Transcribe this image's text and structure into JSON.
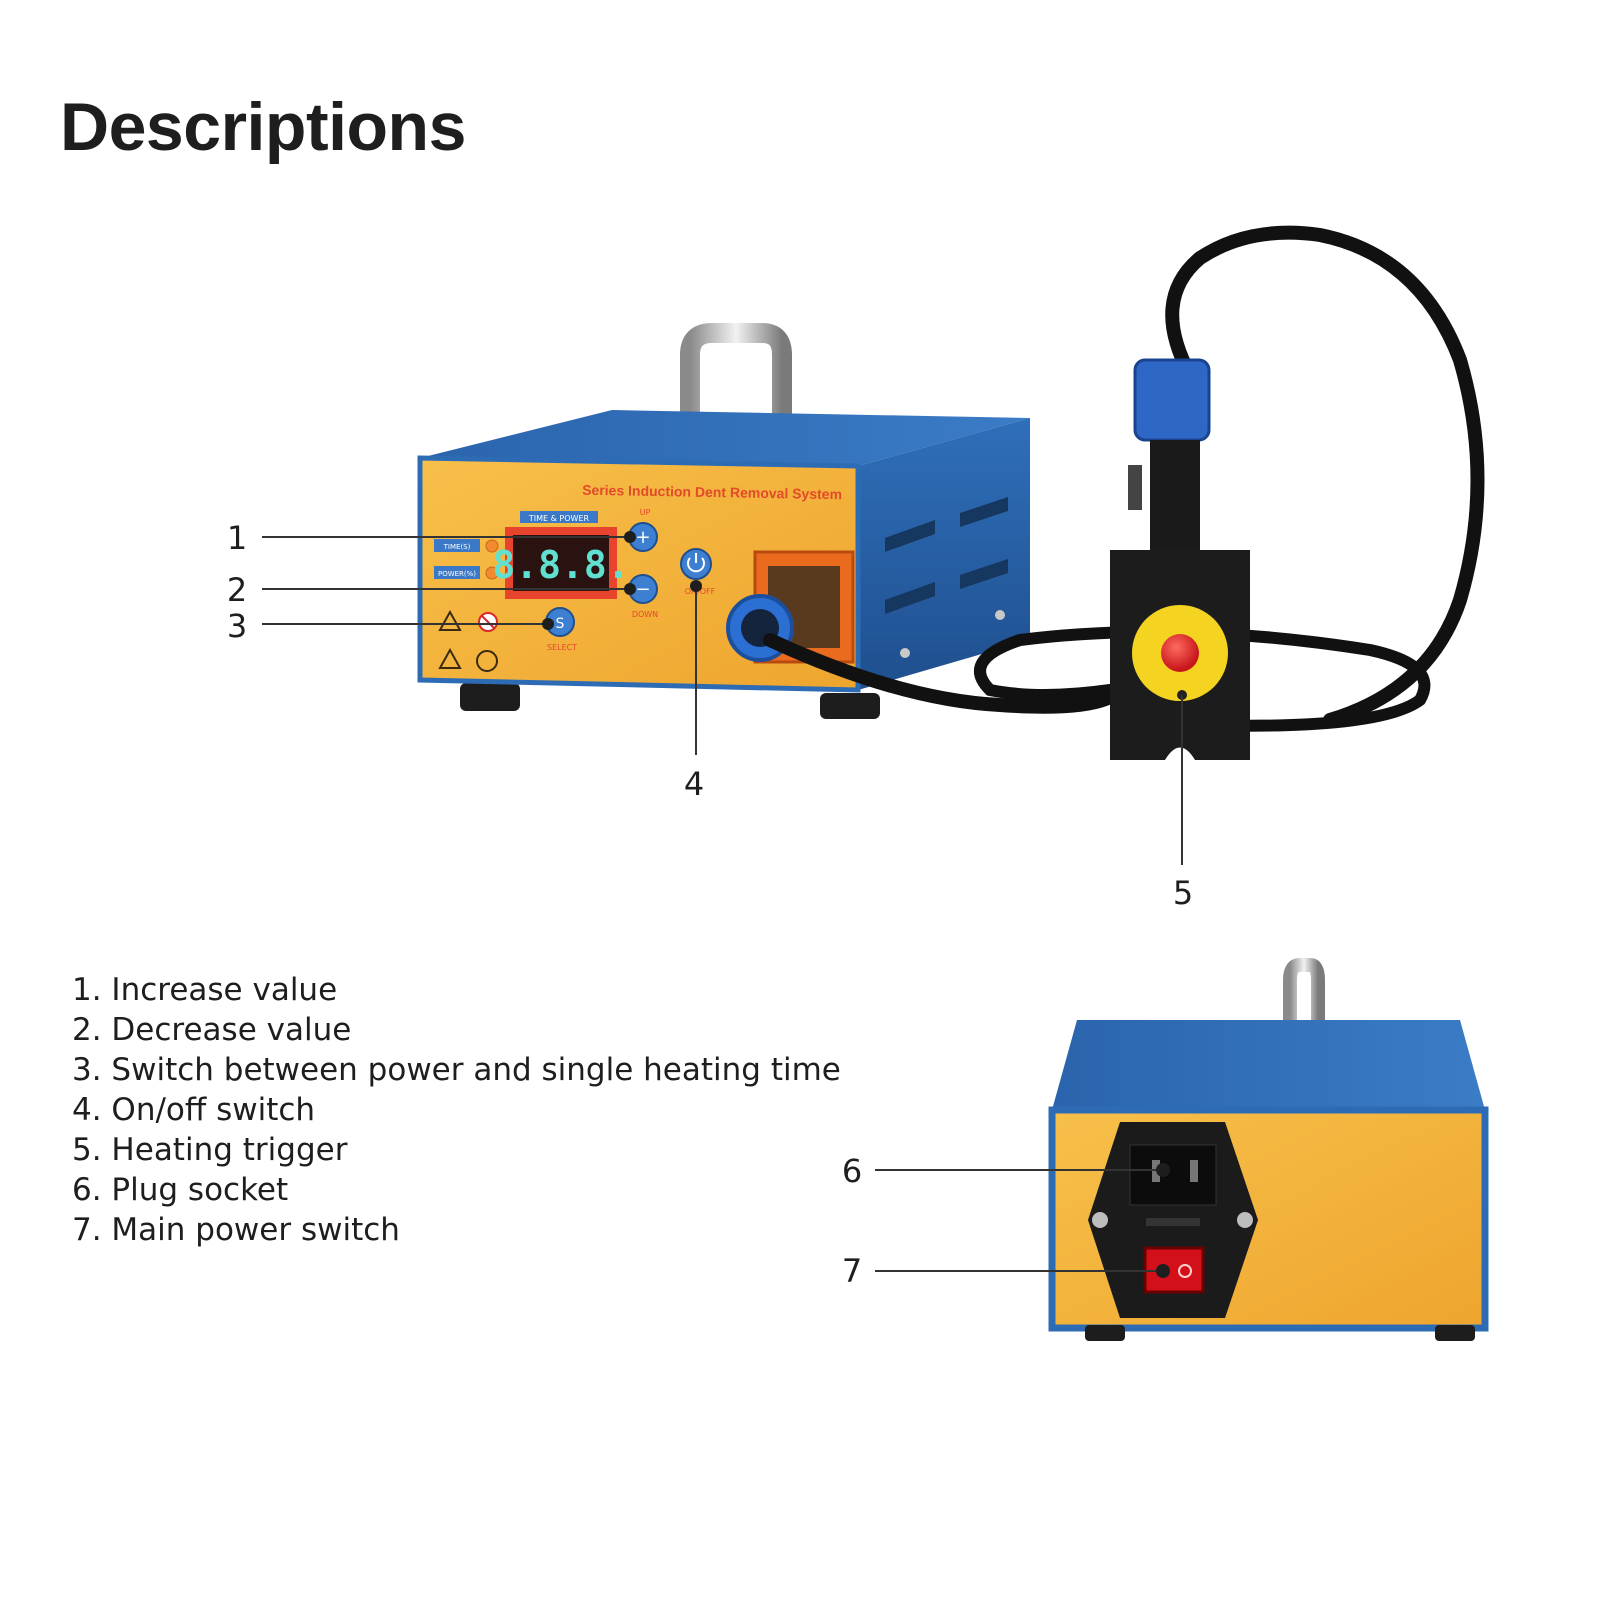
{
  "title": "Descriptions",
  "panel": {
    "title": "Series Induction Dent Removal System",
    "mode_label": "TIME & POWER",
    "time_label": "TIME(S)",
    "power_label": "POWER(%)",
    "display": "8.8.8.",
    "up_label": "UP",
    "down_label": "DOWN",
    "select_label": "SELECT",
    "onoff_label": "ON/OFF",
    "select_glyph": "S"
  },
  "callouts": [
    "1",
    "2",
    "3",
    "4",
    "5",
    "6",
    "7"
  ],
  "descriptions": [
    "1. Increase value",
    "2. Decrease value",
    "3. Switch between power and single heating time",
    "4. On/off switch",
    "5. Heating trigger",
    "6. Plug socket",
    "7. Main power switch"
  ],
  "colors": {
    "panel_yellow": "#f2b43a",
    "case_blue": "#2d6cb5",
    "display_red": "#e8432c",
    "cable_black": "#111111",
    "trigger_red": "#e3262b"
  }
}
